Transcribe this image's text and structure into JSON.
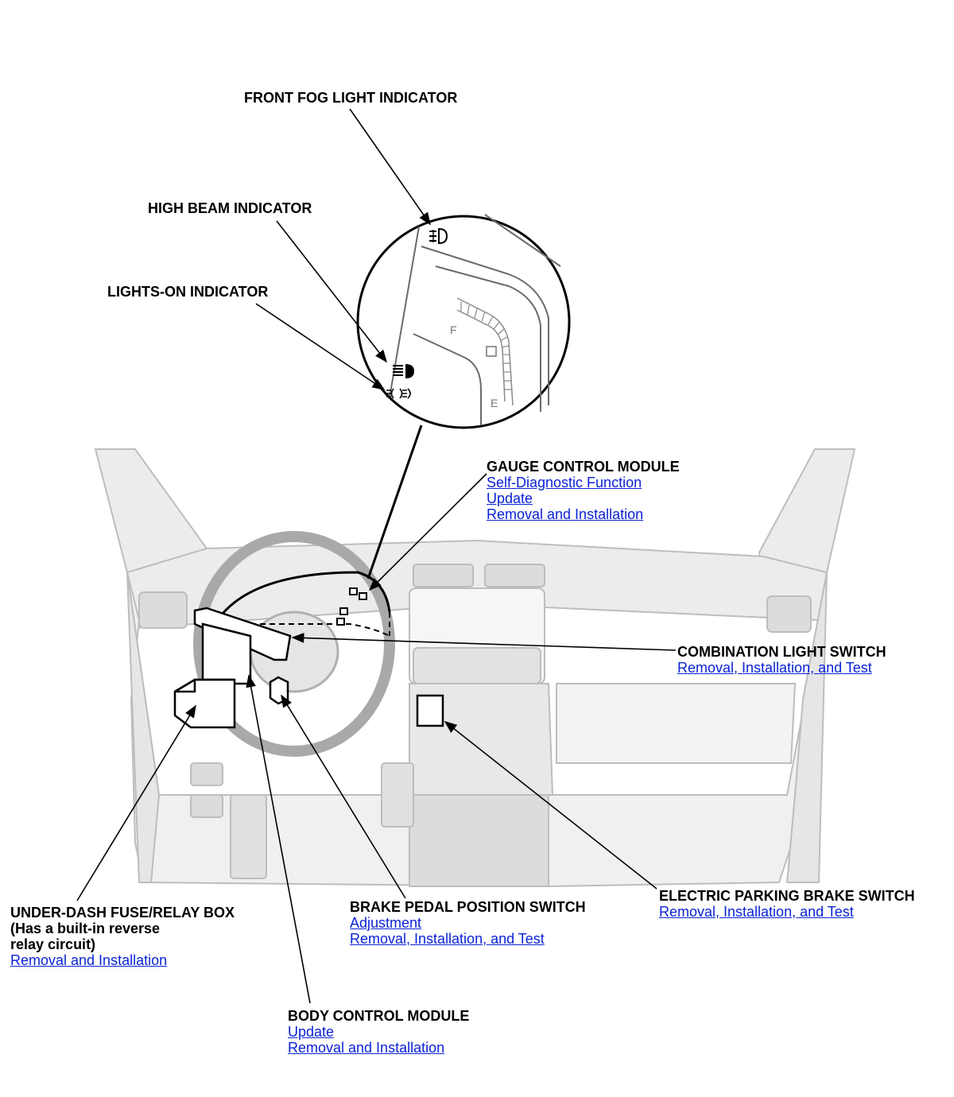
{
  "labels": {
    "front_fog": {
      "title": "FRONT FOG LIGHT INDICATOR"
    },
    "high_beam": {
      "title": "HIGH BEAM INDICATOR"
    },
    "lights_on": {
      "title": "LIGHTS-ON INDICATOR"
    },
    "gauge": {
      "title": "GAUGE CONTROL MODULE",
      "links": [
        "Self-Diagnostic Function",
        "Update",
        "Removal and Installation"
      ]
    },
    "combo_switch": {
      "title": "COMBINATION LIGHT SWITCH",
      "links": [
        "Removal, Installation, and Test"
      ]
    },
    "epb_switch": {
      "title": "ELECTRIC PARKING BRAKE SWITCH",
      "links": [
        "Removal, Installation, and Test"
      ]
    },
    "brake_switch": {
      "title": "BRAKE PEDAL POSITION SWITCH",
      "links": [
        "Adjustment",
        "Removal, Installation, and Test"
      ]
    },
    "fuse_box": {
      "title": "UNDER-DASH FUSE/RELAY BOX",
      "note_line1": "(Has a built-in reverse",
      "note_line2": "relay circuit)",
      "links": [
        "Removal and Installation"
      ]
    },
    "bcm": {
      "title": "BODY CONTROL MODULE",
      "links": [
        "Update",
        "Removal and Installation"
      ]
    }
  },
  "colors": {
    "link": "#0b23d6",
    "dash_fill": "#ececec",
    "dash_stroke": "#b9b9b9"
  },
  "icons": [
    "fog-light-icon",
    "high-beam-icon",
    "lights-on-icon"
  ]
}
